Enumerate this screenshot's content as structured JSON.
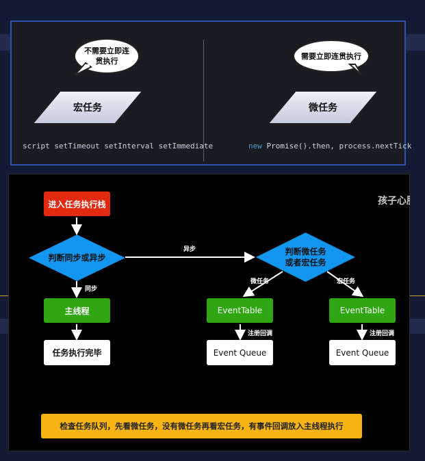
{
  "top_panel": {
    "macro": {
      "bubble": "不需要立即连贯执行",
      "bubble_line1": "不需要立即连",
      "bubble_line2": "贯执行",
      "label": "宏任务",
      "code": "script setTimeout setInterval setImmediate"
    },
    "micro": {
      "bubble": "需要立即连贯执行",
      "label": "微任务",
      "code_kw": "new",
      "code_cls": "Promise",
      "code_rest": "().then, process.nextTick"
    }
  },
  "flow": {
    "start": "进入任务执行栈",
    "decision_sync": "判断同步或异步",
    "edge_async": "异步",
    "edge_sync": "同步",
    "main_thread": "主线程",
    "task_done": "任务执行完毕",
    "decision_micro_macro_line1": "判断微任务",
    "decision_micro_macro_line2": "或者宏任务",
    "edge_micro": "微任务",
    "edge_macro": "宏任务",
    "event_table_left": "EventTable",
    "event_table_right": "EventTable",
    "edge_register_left": "注册回调",
    "edge_register_right": "注册回调",
    "event_queue_left": "Event Queue",
    "event_queue_right": "Event Queue",
    "summary": "检查任务队列，先看微任务，没有微任务再看宏任务，有事件回调放入主线程执行",
    "watermark": "孩子心肝"
  },
  "colors": {
    "start": "#e12a10",
    "process": "#2ea712",
    "decision": "#1296f0",
    "summary": "#f7b413"
  }
}
